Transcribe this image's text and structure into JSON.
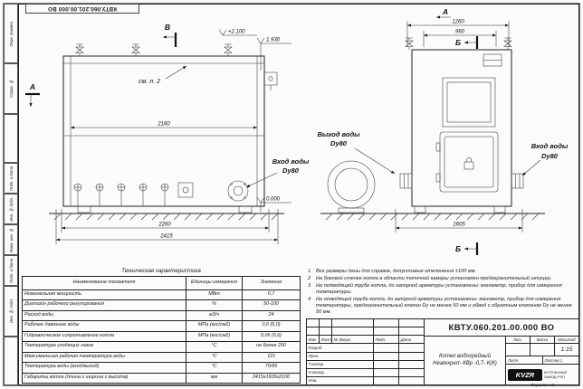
{
  "stamp": {
    "rotated_doc_code": "КВТУ.060.201.00.000 ВО"
  },
  "left_margin": {
    "labels": [
      "Перв. примен.",
      "Справ. №",
      "Подп. и дата",
      "Инв. № дубл.",
      "Взам. инв. №",
      "Подп. и дата",
      "Инв. № подл."
    ]
  },
  "drawing": {
    "front": {
      "section_b": "В",
      "section_a": "А",
      "see_note": "см. п. 2",
      "level_top": "+2.100",
      "level_mid": "1.930",
      "level_zero": "0.000",
      "dim_width_inner": "2160",
      "dim_width_mid": "2260",
      "dim_width_outer": "2415",
      "inlet_line1": "Вход воды",
      "inlet_line2": "Dy80"
    },
    "side": {
      "view_label": "А",
      "section_top": "Б",
      "section_bottom": "Б",
      "dim_top": "1260",
      "dim_top_inner": "960",
      "dim_bottom": "1605",
      "outlet_line1": "Выход воды",
      "outlet_line2": "Dy80",
      "inlet_line1": "Вход воды",
      "inlet_line2": "Dy80"
    }
  },
  "tech_table": {
    "title": "Техническая характеристика",
    "headers": [
      "Наименование показателя",
      "Единицы измерения",
      "Значение"
    ],
    "rows": [
      [
        "Номинальная мощность",
        "МВт",
        "0,7"
      ],
      [
        "Диапазон рабочего регулирования",
        "%",
        "50-100"
      ],
      [
        "Расход воды",
        "м3/ч",
        "24"
      ],
      [
        "Рабочее давление воды",
        "МПа (кгс/см2)",
        "0,6 (6,0)"
      ],
      [
        "Гидравлическое сопротивление котла",
        "МПа (кгс/см2)",
        "0,06 (0,6)"
      ],
      [
        "Температура уходящих газов",
        "°С",
        "не более 250"
      ],
      [
        "Максимальная рабочая температура воды",
        "°С",
        "115"
      ],
      [
        "Температура воды (вход/выход)",
        "°С",
        "70/95"
      ],
      [
        "Габариты котла (длина х ширина х высота)",
        "мм",
        "2415х1605х2100"
      ]
    ]
  },
  "notes": [
    {
      "num": "1",
      "text": "Все размеры даны для справок, допустимые отклонения ±100 мм."
    },
    {
      "num": "2",
      "text": "На боковой стенке котла в области топочной камеры установлен предохранительный штуцер."
    },
    {
      "num": "3",
      "text": "На подводящей трубе котла, до запорной арматуры установлены: манометр, прибор для измерения температуры."
    },
    {
      "num": "4",
      "text": "На отводящей трубе котла, до запорной арматуры установлены: манометр, прибор для измерения температуры, предохранительный клапан Dy не менее 50 мм и обвод с обратным клапаном Dy не менее 50 мм."
    }
  ],
  "title_block": {
    "doc_code": "КВТУ.060.201.00.000 ВО",
    "product_name": "Котел водогрейный Heatexpert- КВр -0,7- К(К)",
    "header_cells": [
      "Изм.",
      "Лист",
      "№ докум.",
      "Подп.",
      "Дата"
    ],
    "roles": [
      "Разраб.",
      "Пров.",
      "Т.контр.",
      "Н.контр.",
      "Утв."
    ],
    "lit_label": "Лит.",
    "mass_label": "Масса",
    "scale_label": "Масштаб",
    "scale_value": "1:15",
    "sheet_label": "Лист",
    "sheets_label": "Листов",
    "sheets_value": "1",
    "logo_text": "KVZR",
    "logo_caption": "КОТЕЛЬНЫЙ ЗАВОД РЭП"
  },
  "page": {
    "format_label": "Формат А3"
  }
}
